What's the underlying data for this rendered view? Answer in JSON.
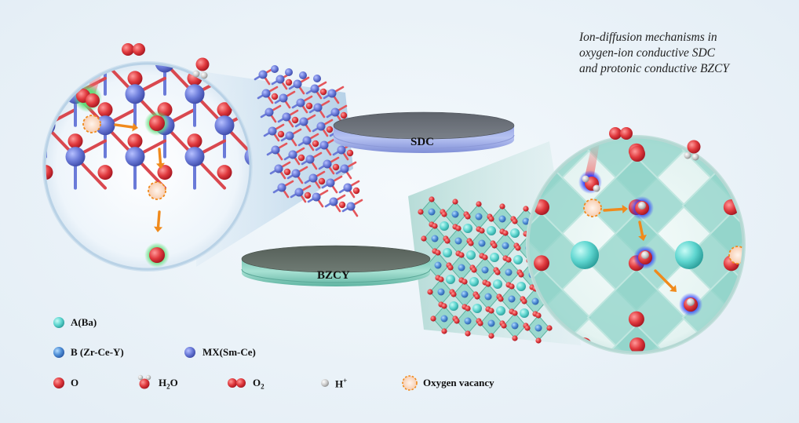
{
  "title": {
    "line1": "Ion-diffusion mechanisms in",
    "line2": "oxygen-ion conductive SDC",
    "line3": "and protonic conductive BZCY"
  },
  "disks": {
    "sdc": "SDC",
    "bzcy": "BZCY"
  },
  "legend": {
    "a_ba": "A(Ba)",
    "b_zrcey": "B (Zr-Ce-Y)",
    "mx_smce": "MX(Sm-Ce)",
    "o": "O",
    "h2o_base": "H",
    "h2o_sub": "2",
    "h2o_end": "O",
    "o2_base": "O",
    "o2_sub": "2",
    "h_base": "H",
    "h_sup": "+",
    "oxygen_vacancy": "Oxygen vacancy"
  },
  "colors": {
    "oxygen": "#e03a3e",
    "mx_atom": "#6a7ad8",
    "a_atom": "#5fd6d0",
    "b_atom": "#4f8fd6",
    "teal_face": "#8fd3c8",
    "arrow": "#f08a1c"
  }
}
